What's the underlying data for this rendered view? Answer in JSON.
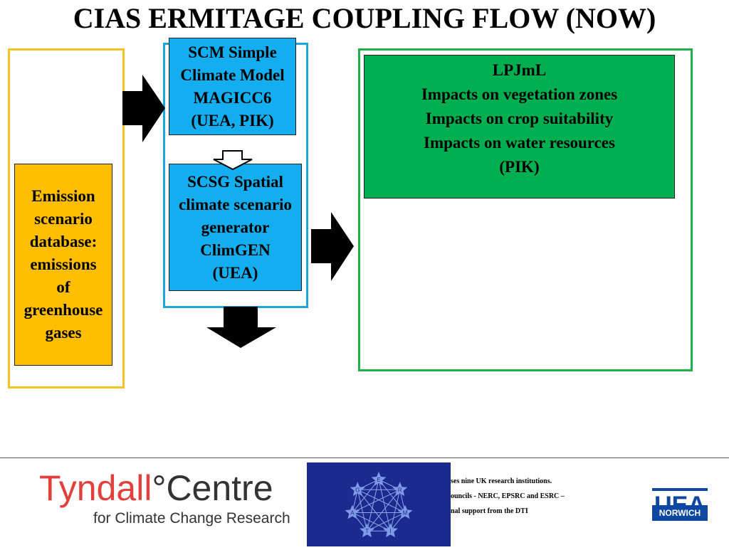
{
  "title": "CIAS ERMITAGE COUPLING FLOW (NOW)",
  "boxes": {
    "emission": "Emission\n scenario\ndatabase:\nemissions\nof\ngreenhouse\ngases",
    "scm": "SCM Simple\nClimate Model\nMAGICC6\n(UEA, PIK)",
    "scsg": "SCSG Spatial\nclimate scenario\ngenerator\nClimGEN\n(UEA)",
    "lpjml": "LPJmL\nImpacts on  vegetation zones\nImpacts on crop suitability\nImpacts on water resources\n(PIK)"
  },
  "colors": {
    "emission_fill": "#ffbe00",
    "scm_fill": "#12aeef",
    "lpjml_fill": "#00b050",
    "frame_left": "#f5c325",
    "frame_mid": "#1aa7de",
    "frame_right": "#1fb04c"
  },
  "footer": {
    "tyndall_name": "Tyndall",
    "tyndall_degree": "°",
    "tyndall_centre": "Centre",
    "tyndall_sub": "for Climate Change Research",
    "ermitage_letters": [
      "E",
      "R",
      "M",
      "I",
      "T",
      "A",
      "G"
    ],
    "text_line_1": "ses nine UK research institutions.",
    "text_line_2": "ouncils - NERC, EPSRC and ESRC –",
    "text_line_3": "nal support from the DTI",
    "uea_logo_text": "UEA",
    "uea_norwich": "NORWICH"
  }
}
